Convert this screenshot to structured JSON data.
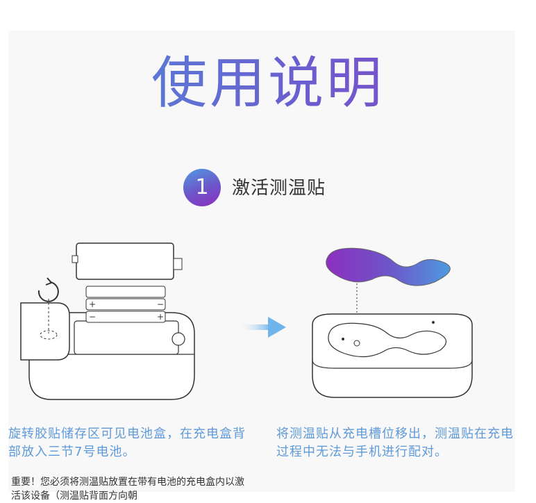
{
  "page": {
    "title": "使用说明",
    "step": {
      "number": "1",
      "title": "激活测温贴"
    },
    "captions": {
      "left": "旋转胶贴储存区可见电池盒，在充电盒背部放入三节7号电池。",
      "right": "将测温贴从充电槽位移出，测温贴在充电过程中无法与手机进行配对。"
    },
    "note": "重要！您必须将测温贴放置在带有电池的充电盒内以激活该设备（测温贴背面方向朝",
    "illustration": {
      "battery_plus": "+",
      "battery_minus": "−"
    },
    "colors": {
      "caption": "#5e9ad8",
      "arrow": "#6fb4ea",
      "gradient_start": "#4d92d9",
      "gradient_end": "#8a3fc4"
    }
  }
}
